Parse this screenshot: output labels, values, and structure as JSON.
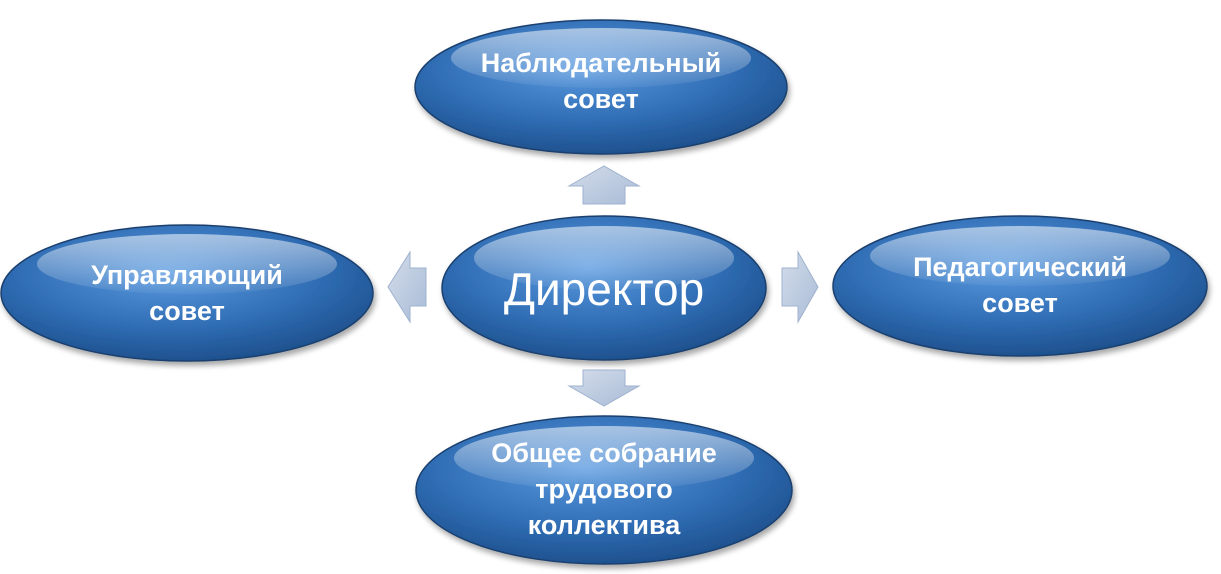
{
  "diagram": {
    "center": {
      "label": "Директор"
    },
    "top": {
      "line1": "Наблюдательный",
      "line2": "совет"
    },
    "left": {
      "line1": "Управляющий",
      "line2": "совет"
    },
    "right": {
      "line1": "Педагогический",
      "line2": "совет"
    },
    "bottom": {
      "line1": "Общее собрание",
      "line2": "трудового",
      "line3": "коллектива"
    },
    "colors": {
      "node_fill_dark": "#1d4f8f",
      "node_fill_light": "#4a8ad0",
      "node_border": "#1a3f6e",
      "arrow_fill": "#b9c8de",
      "text": "#ffffff"
    }
  }
}
